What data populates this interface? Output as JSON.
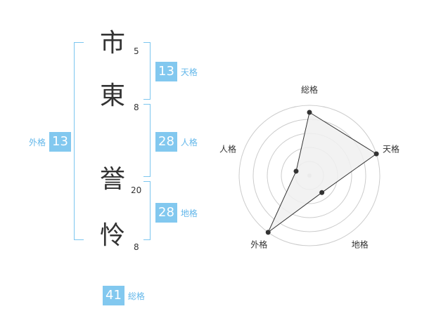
{
  "name": {
    "chars": [
      {
        "char": "市",
        "strokes": "5"
      },
      {
        "char": "東",
        "strokes": "8"
      },
      {
        "char": "誉",
        "strokes": "20"
      },
      {
        "char": "怜",
        "strokes": "8"
      }
    ]
  },
  "fortune": {
    "tenkaku": {
      "value": "13",
      "label": "天格"
    },
    "jinkaku": {
      "value": "28",
      "label": "人格"
    },
    "chikaku": {
      "value": "28",
      "label": "地格"
    },
    "gaikaku": {
      "value": "13",
      "label": "外格"
    },
    "soukaku": {
      "value": "41",
      "label": "総格"
    }
  },
  "chart_data": {
    "type": "radar",
    "axes": [
      "総格",
      "天格",
      "地格",
      "外格",
      "人格"
    ],
    "values": [
      4.5,
      5,
      1.5,
      5,
      1
    ],
    "rmax": 5,
    "rings": 5,
    "colors": {
      "fill": "#f0f0f0",
      "line": "#333333",
      "grid": "#cccccc",
      "point": "#333333"
    }
  }
}
